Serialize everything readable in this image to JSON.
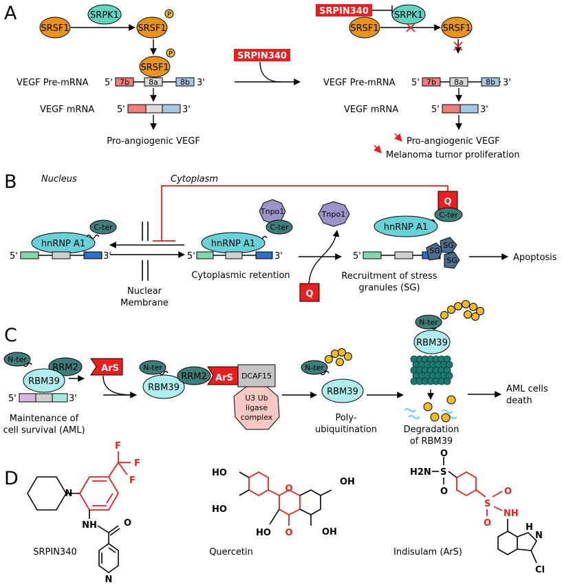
{
  "panels": {
    "a": "A",
    "b": "B",
    "c": "C",
    "d": "D"
  },
  "panel_a": {
    "srsf1": "SRSF1",
    "srpk1": "SRPK1",
    "phospho": "P",
    "srpin340": "SRPIN340",
    "vegf_pre_mrna": "VEGF Pre-mRNA",
    "vegf_mrna": "VEGF mRNA",
    "five_prime": "5'",
    "three_prime": "3'",
    "exon_7b": "7b",
    "exon_8a": "8a",
    "exon_8b": "8b",
    "pro_angiogenic": "Pro-angiogenic VEGF",
    "melanoma": "Melanoma tumor proliferation"
  },
  "panel_b": {
    "nucleus": "Nucleus",
    "cytoplasm": "Cytoplasm",
    "hnrnp_a1": "hnRNP A1",
    "c_ter": "C-ter",
    "tnpo1": "Tnpo1",
    "q": "Q",
    "sg": "SG",
    "five_prime": "5'",
    "three_prime": "3'",
    "nuclear_line1": "Nuclear",
    "nuclear_line2": "Membrane",
    "cyto_retention": "Cytoplasmic retention",
    "recruit_line1": "Recruitment of stress",
    "recruit_line2": "granules (SG)",
    "apoptosis": "Apoptosis"
  },
  "panel_c": {
    "n_ter": "N-ter",
    "rrm2": "RRM2",
    "rbm39": "RBM39",
    "ars": "ArS",
    "dcaf15": "DCAF15",
    "u3_line1": "U3 Ub",
    "u3_line2": "ligase",
    "u3_line3": "complex",
    "five_prime": "5'",
    "three_prime": "3'",
    "maint_line1": "Maintenance of",
    "maint_line2": "cell survival (AML)",
    "poly_line1": "Poly-",
    "poly_line2": "ubiquitination",
    "degr_line1": "Degradation",
    "degr_line2": "of RBM39",
    "aml_line1": "AML cells",
    "aml_line2": "death"
  },
  "panel_d": {
    "srpin340_name": "SRPIN340",
    "quercetin_name": "Quercetin",
    "indisulam_name": "Indisulam (ArS)",
    "atom_f": "F",
    "atom_n": "N",
    "atom_nh": "NH",
    "atom_o": "O",
    "atom_ho": "HO",
    "atom_oh": "OH",
    "atom_s": "S",
    "atom_h2n": "H2N",
    "atom_h": "H",
    "atom_cl": "Cl"
  },
  "colors": {
    "srsf1": "#e8941a",
    "srpk1": "#5fd6bd",
    "hnrnp": "#67d3d9",
    "inhibitor": "#ee1c1c",
    "tnpo1": "#9c94c8",
    "ubiquitin": "#eebb22",
    "proteasome": "#1a7a72"
  }
}
